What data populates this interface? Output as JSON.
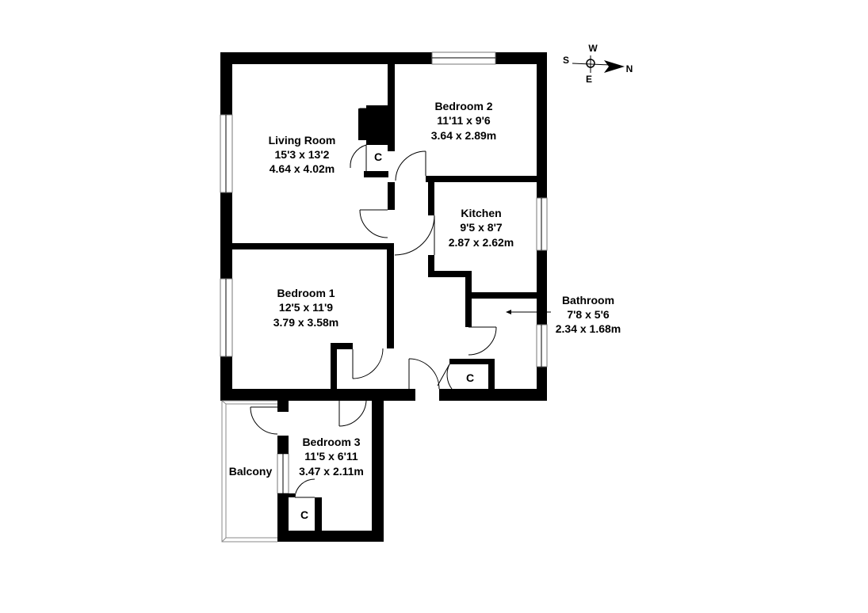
{
  "rooms": {
    "living_room": {
      "name": "Living Room",
      "imperial": "15'3 x 13'2",
      "metric": "4.64 x 4.02m"
    },
    "bedroom2": {
      "name": "Bedroom 2",
      "imperial": "11'11 x 9'6",
      "metric": "3.64 x 2.89m"
    },
    "kitchen": {
      "name": "Kitchen",
      "imperial": "9'5 x 8'7",
      "metric": "2.87 x 2.62m"
    },
    "bedroom1": {
      "name": "Bedroom 1",
      "imperial": "12'5 x 11'9",
      "metric": "3.79 x 3.58m"
    },
    "bathroom": {
      "name": "Bathroom",
      "imperial": "7'8 x 5'6",
      "metric": "2.34 x 1.68m"
    },
    "bedroom3": {
      "name": "Bedroom 3",
      "imperial": "11'5 x 6'11",
      "metric": "3.47 x 2.11m"
    },
    "balcony": {
      "name": "Balcony"
    }
  },
  "cupboards": {
    "living": "C",
    "hall": "C",
    "bedroom3": "C"
  },
  "compass": {
    "north": "N",
    "south": "S",
    "east": "E",
    "west": "W"
  }
}
